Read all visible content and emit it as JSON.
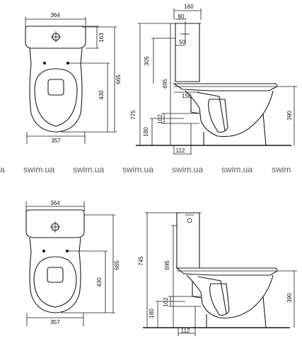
{
  "watermark": {
    "items": [
      "a",
      "swim.ua",
      "swim.ua",
      "swim.ua",
      "swim.ua",
      "swim.ua",
      "swim"
    ]
  },
  "diagram_top": {
    "front": {
      "width_top": "364",
      "width_bottom": "357",
      "tank_h": "163",
      "height_total": "665",
      "bowl_h": "430"
    },
    "side": {
      "depth": "160",
      "inlet": "80",
      "inlet_h": "50",
      "tank_h": "305",
      "height_695": "695",
      "height_total": "775",
      "seat_gap": "150",
      "outlet_h": "102",
      "outlet_floor": "180",
      "bowl_h": "390",
      "outlet_w": "112"
    }
  },
  "diagram_bottom": {
    "front": {
      "width_top": "364",
      "width_bottom": "357",
      "height_total": "665",
      "bowl_h": "430"
    },
    "side": {
      "height_total": "745",
      "height_695": "695",
      "outlet_h": "102",
      "outlet_floor": "180",
      "bowl_h": "390",
      "outlet_w": "112"
    }
  }
}
